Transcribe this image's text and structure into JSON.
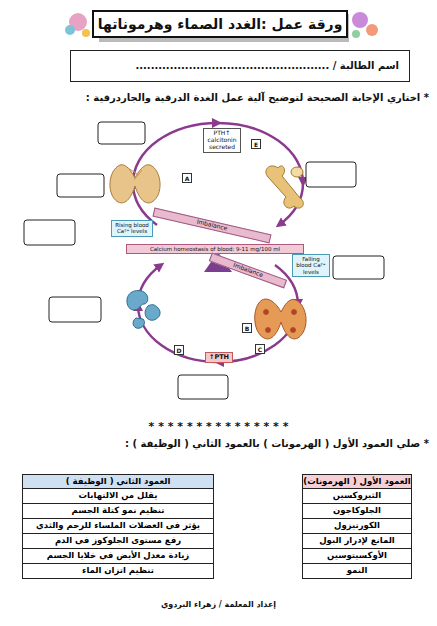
{
  "diagram": {
    "title": "ورقة عمل :الغدد الصماء وهرموناتها",
    "nodes": [
      {
        "text": [
          "اسم الطالبة / ..................................................."
        ]
      },
      {
        "text": [
          "PTH↑ calcitonin secreted"
        ]
      },
      {
        "text": [
          "Rising blood Ca²⁺ levels"
        ]
      },
      {
        "text": [
          "Imbalance"
        ]
      },
      {
        "text": [
          "Calcium homeostasis of blood: 9-11 mg/100 ml"
        ]
      },
      {
        "text": [
          "Imbalance"
        ]
      },
      {
        "text": [
          "Falling blood Ca²⁺ levels"
        ]
      },
      {
        "text": [
          "↑PTH"
        ]
      }
    ],
    "labels": [
      "* اختاري الإجابة الصحيحة لتوضيح آلية عمل الغدة الدرقية والجاردرقية :",
      "A",
      "E",
      "B",
      "C",
      "D",
      "* * * * * * * * * * * * * * *",
      "* صلي العمود الأول ( الهرمونات ) بالعمود الثاني ( الوظيفة ) :",
      "العمود الأول ( الهرمونات)",
      "الثيروكسين",
      "الجلوكاجون",
      "الكورتيزول",
      "المانع لإدرار البول",
      "الأوكسيتوسين",
      "النمو",
      "العمود الثاني ( الوظيفة )",
      "يقلل من الالتهابات",
      "تنظيم نمو كتلة الجسم",
      "يؤثر في العضلات الملساء للرحم والثدي",
      "رفع مستوى الجلوكوز في الدم",
      "زيادة معدل الأيض في خلايا الجسم",
      "تنظيم اتزان الماء",
      "إعداد المعلمة / زهراء البردوي"
    ]
  }
}
